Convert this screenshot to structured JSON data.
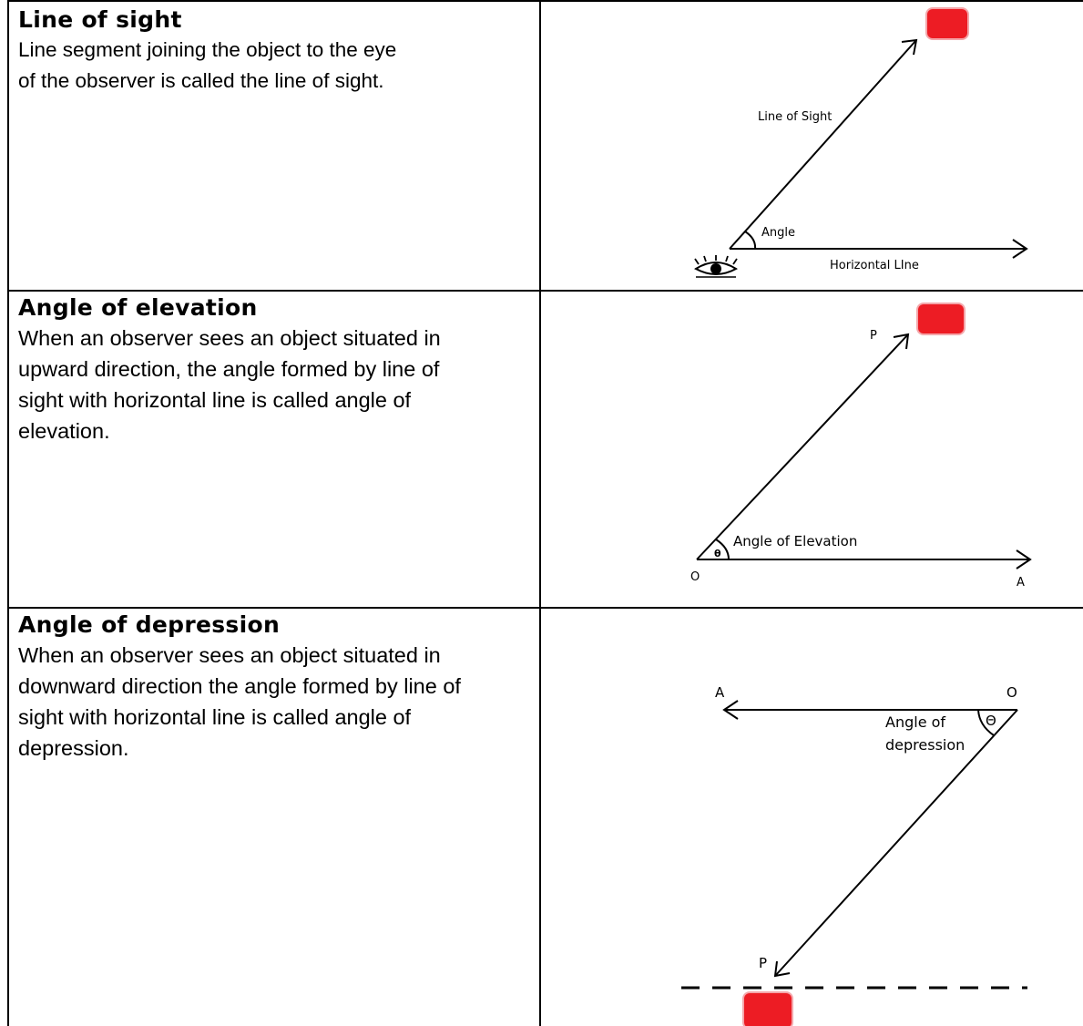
{
  "rows": [
    {
      "heading": "Line of sight",
      "lines": [
        "Line segment joining the object to the eye",
        "of the observer is called the line of sight."
      ],
      "diagram": {
        "line_label": "Line of Sight",
        "angle_label": "Angle",
        "horizontal_label": "Horizontal LIne",
        "object_color": "#ed1c24",
        "icons": [
          "eye-icon",
          "object-icon"
        ]
      }
    },
    {
      "heading": "Angle of elevation",
      "lines": [
        "When an observer sees an object situated in",
        "upward direction, the angle formed by line of",
        "sight with horizontal line is called angle of",
        "elevation."
      ],
      "diagram": {
        "point_p": "P",
        "point_o": "O",
        "point_a": "A",
        "theta": "θ",
        "angle_label": "Angle of Elevation",
        "object_color": "#ed1c24",
        "icons": [
          "object-icon"
        ]
      }
    },
    {
      "heading": "Angle of depression",
      "lines": [
        "When an observer sees an object situated in",
        "downward direction the angle formed by line of",
        "sight with horizontal line is called angle of",
        "depression."
      ],
      "diagram": {
        "point_a": "A",
        "point_o": "O",
        "point_p": "P",
        "theta": "Θ",
        "angle_label_line1": "Angle of",
        "angle_label_line2": "depression",
        "object_color": "#ed1c24",
        "icons": [
          "object-icon"
        ]
      }
    }
  ]
}
